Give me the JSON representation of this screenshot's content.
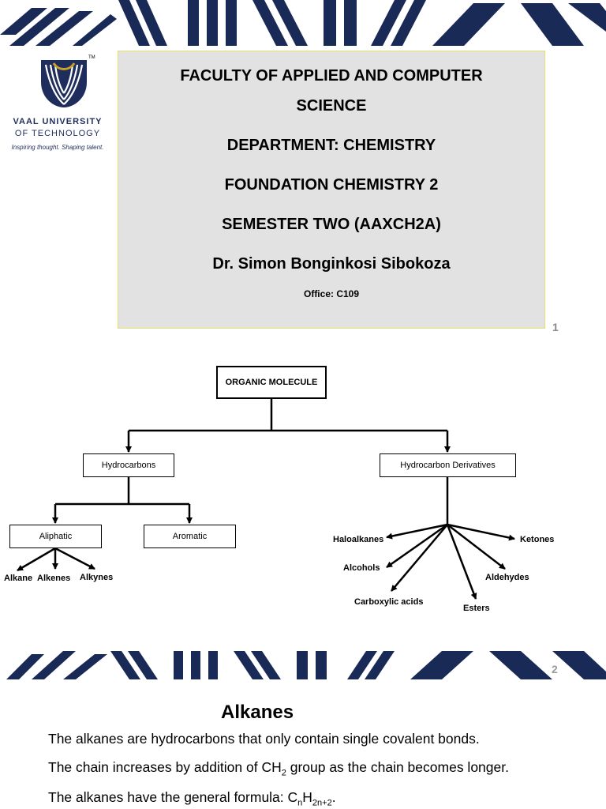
{
  "slide1": {
    "logo": {
      "name_line1": "VAAL UNIVERSITY",
      "name_line2": "OF TECHNOLOGY",
      "tagline": "Inspiring thought. Shaping talent.",
      "tm": "TM"
    },
    "title_lines": [
      "FACULTY OF APPLIED AND COMPUTER",
      "SCIENCE",
      "DEPARTMENT: CHEMISTRY",
      "FOUNDATION CHEMISTRY 2",
      "SEMESTER TWO (AAXCH2A)",
      "Dr. Simon Bonginkosi Sibokoza",
      "Office: C109"
    ],
    "page_number": "1"
  },
  "diagram": {
    "root": "ORGANIC MOLECULE",
    "hydrocarbons": "Hydrocarbons",
    "derivatives": "Hydrocarbon Derivatives",
    "aliphatic": "Aliphatic",
    "aromatic": "Aromatic",
    "aliphatic_children": [
      "Alkane",
      "Alkenes",
      "Alkynes"
    ],
    "derivative_children": [
      "Haloalkanes",
      "Alcohols",
      "Carboxylic acids",
      "Esters",
      "Aldehydes",
      "Ketones"
    ]
  },
  "slide2": {
    "page_number": "2",
    "heading": "Alkanes",
    "line1": "The alkanes are hydrocarbons that only contain single covalent bonds.",
    "line2_pre": "The chain increases by addition of CH",
    "line2_sub": "2",
    "line2_post": " group as the chain becomes longer.",
    "line3_pre": "The alkanes have the general formula: C",
    "line3_sub1": "n",
    "line3_mid": "H",
    "line3_sub2": "2n+2",
    "line3_post": "."
  },
  "colors": {
    "banner_navy": "#1a2a57",
    "title_bg": "#e2e2e2",
    "title_border": "#e8e070",
    "logo_navy": "#1f2d5c"
  }
}
